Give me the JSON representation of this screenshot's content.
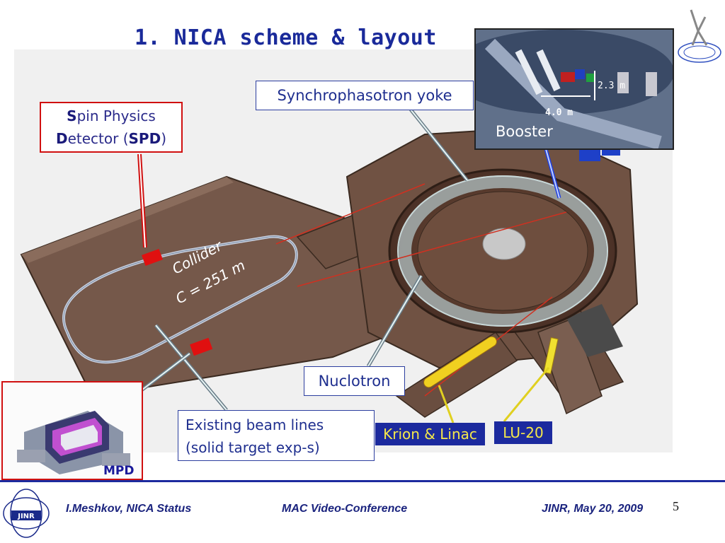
{
  "slide": {
    "title": "1. NICA scheme & layout",
    "page_number": "5"
  },
  "callouts": {
    "synchrophasotron": "Synchrophasotron yoke",
    "spd_line1_s": "S",
    "spd_line1_rest": "pin Physics",
    "spd_line2_d": "D",
    "spd_line2_mid": "etector (",
    "spd_line2_spd": "SPD",
    "spd_line2_end": ")",
    "nuclotron": "Nuclotron",
    "beam_lines_1": "Existing beam lines",
    "beam_lines_2": "(solid target exp-s)",
    "krion": "Krion & Linac",
    "lu20": "LU-20",
    "mpd": "MPD",
    "booster": "Booster",
    "booster_height": "2.3 m",
    "booster_width": "4.0 m",
    "collider_name": "Collider",
    "collider_circ": "C = 251 m"
  },
  "footer": {
    "author": "I.Meshkov, NICA Status",
    "event": "MAC Video-Conference",
    "org_date": "JINR, May 20, 2009",
    "logo_text": "JINR"
  },
  "colors": {
    "title": "#1a2a9a",
    "accent_red": "#d01010",
    "label_bg": "#1c2a9e",
    "label_yellow": "#f5e84a"
  }
}
